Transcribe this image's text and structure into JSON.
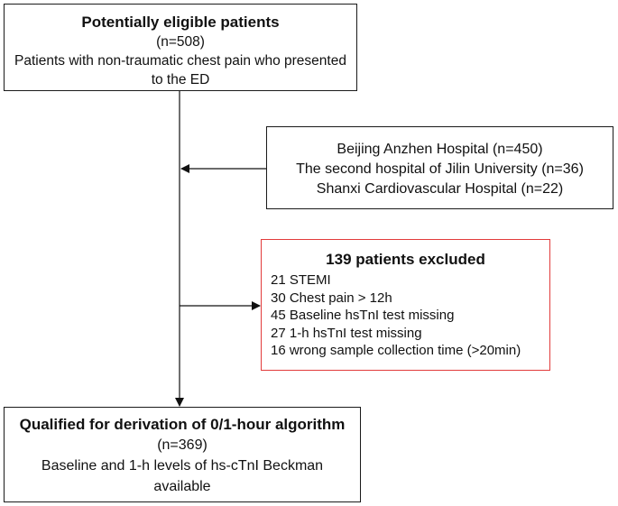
{
  "top_box": {
    "title": "Potentially eligible patients",
    "count": "(n=508)",
    "desc_line1": "Patients with non-traumatic chest pain who presented",
    "desc_line2": "to the ED"
  },
  "sources_box": {
    "lines": [
      "Beijing Anzhen Hospital (n=450)",
      "The second hospital of Jilin University (n=36)",
      "Shanxi Cardiovascular Hospital (n=22)"
    ]
  },
  "excluded_box": {
    "title": "139 patients excluded",
    "items": [
      "21 STEMI",
      "30 Chest pain > 12h",
      "45 Baseline hsTnI test missing",
      "27 1-h hsTnI test missing",
      "16 wrong sample collection time (>20min)"
    ],
    "border_color": "#e23b3b"
  },
  "bottom_box": {
    "title": "Qualified for derivation of 0/1-hour algorithm",
    "count": "(n=369)",
    "desc_line1": "Baseline and 1-h levels of hs-cTnI Beckman",
    "desc_line2": "available"
  }
}
